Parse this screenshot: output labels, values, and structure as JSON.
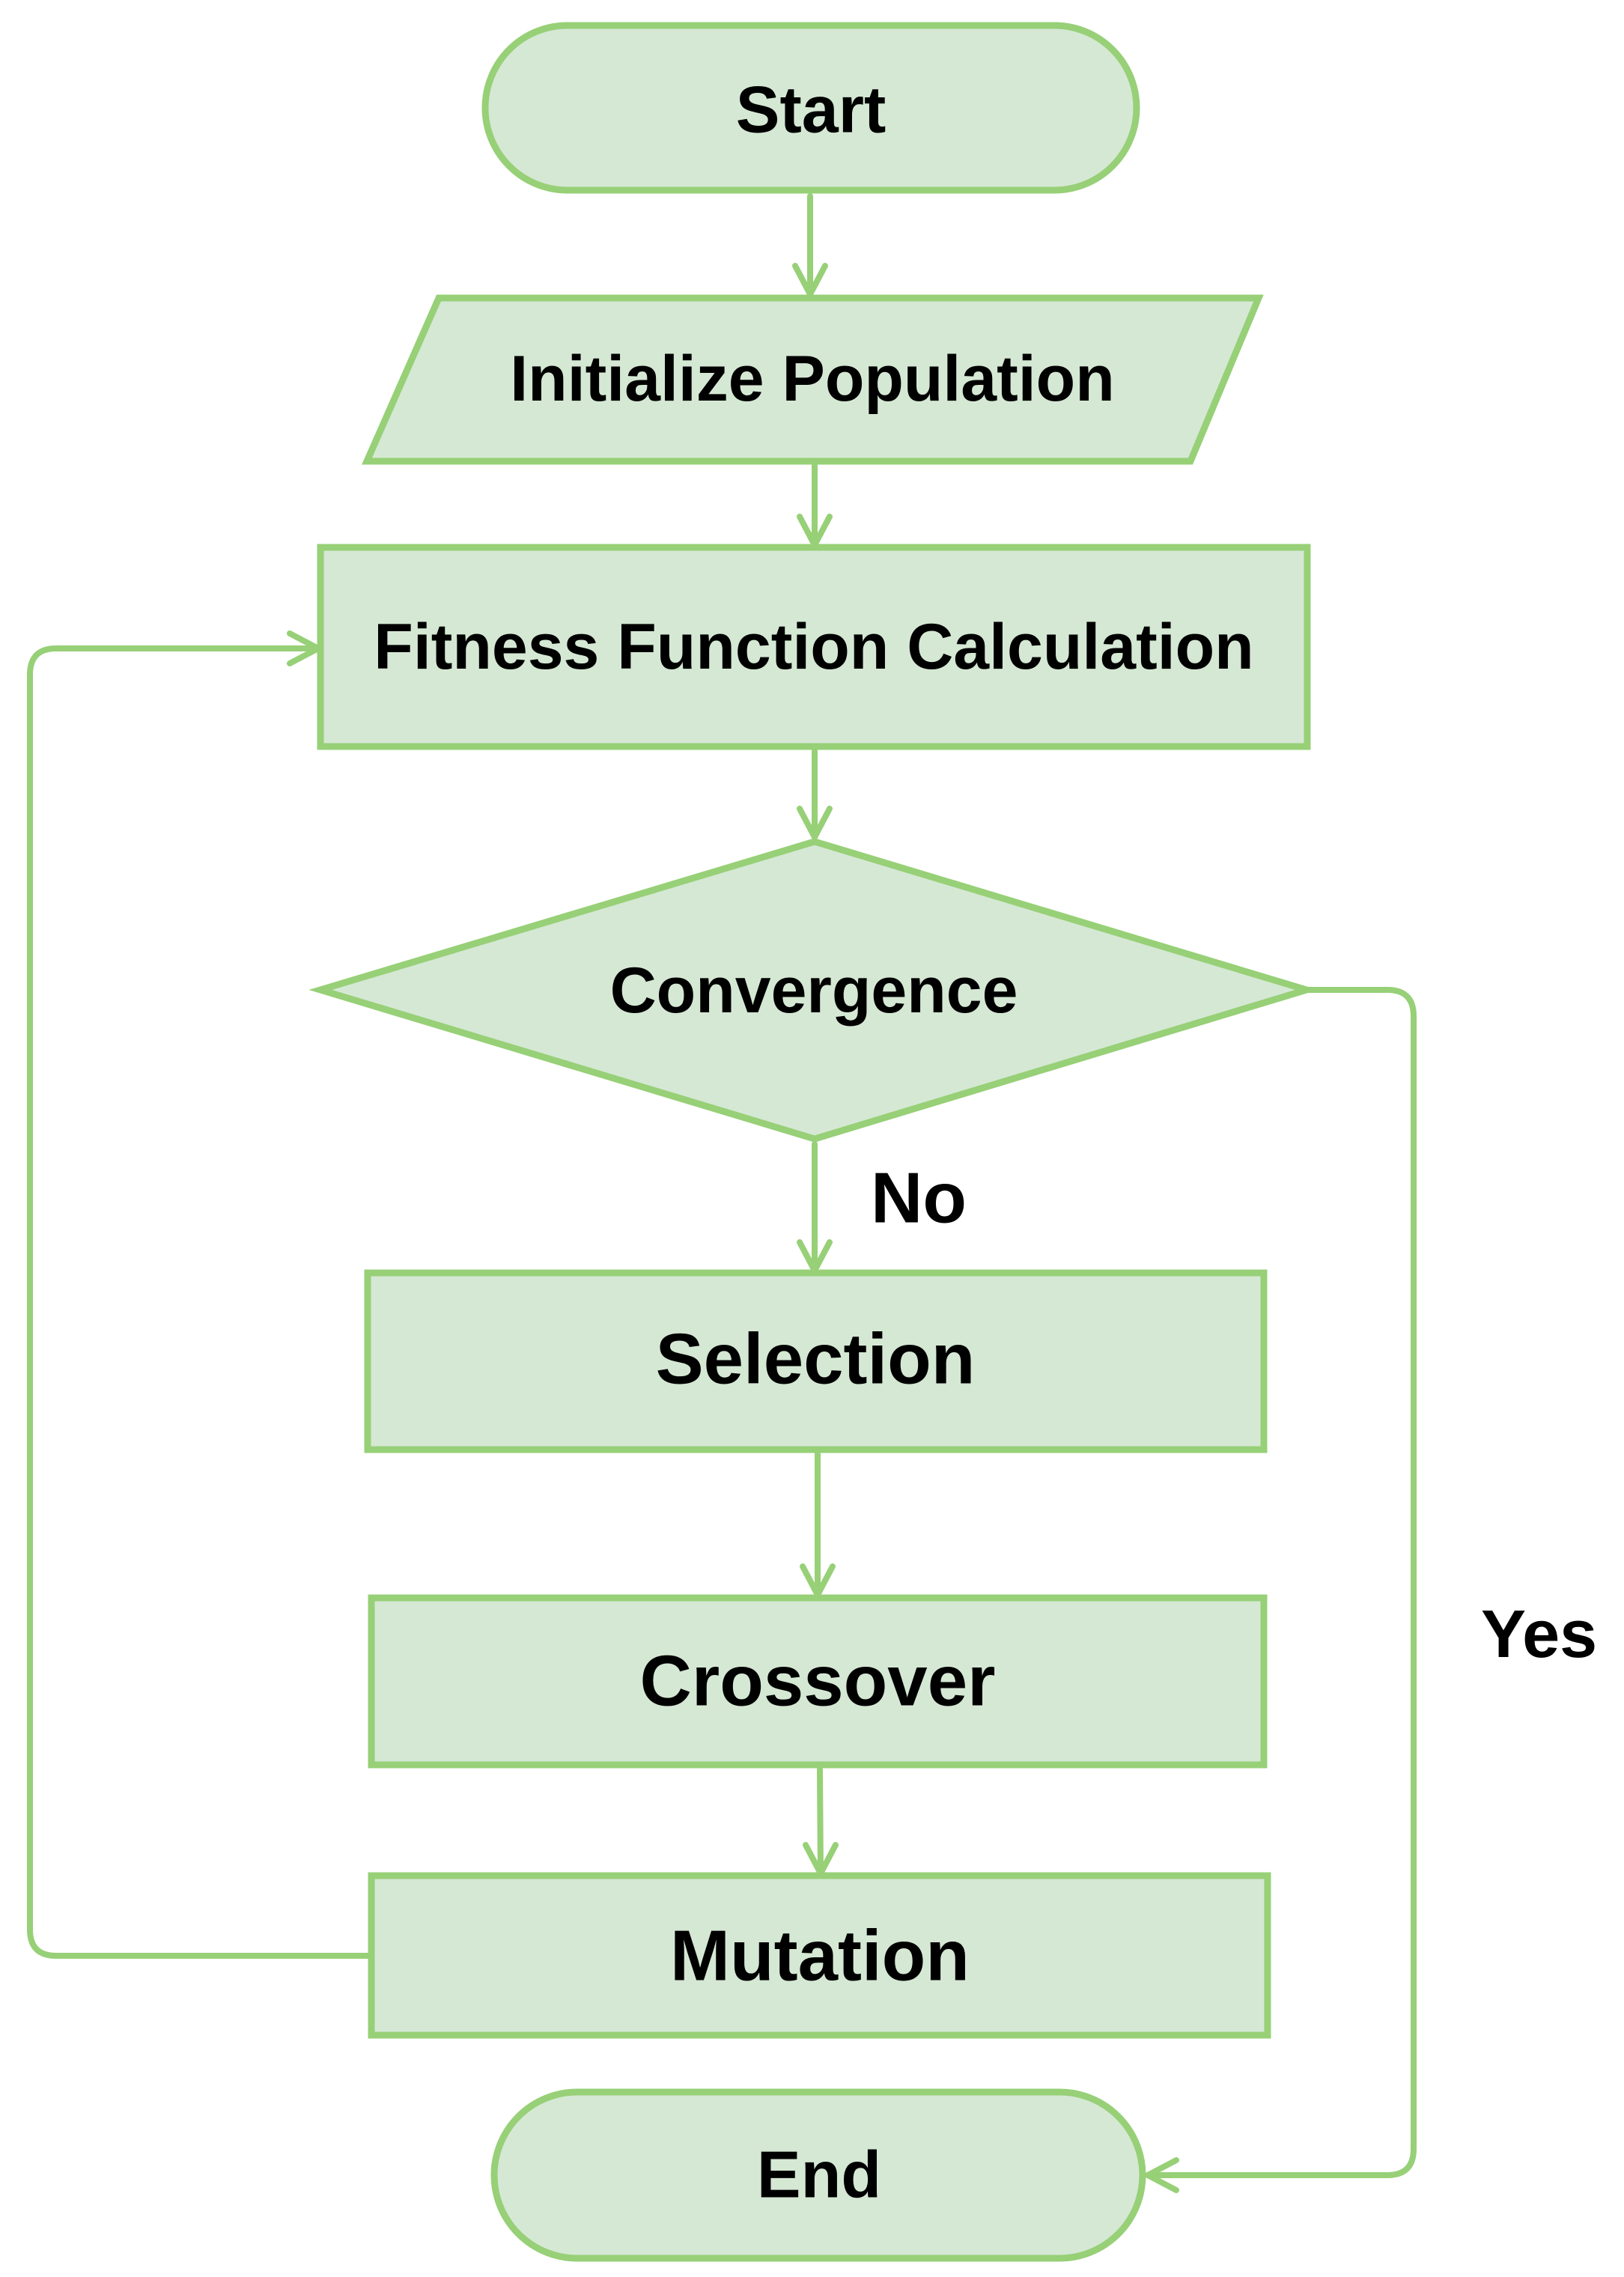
{
  "colors": {
    "node_fill": "#d5e8d4",
    "node_stroke": "#97d077",
    "connector": "#97d077",
    "text": "#000000"
  },
  "nodes": {
    "start": {
      "shape": "terminator",
      "label": "Start"
    },
    "initialize_population": {
      "shape": "parallelogram",
      "label": "Initialize Population"
    },
    "fitness_calculation": {
      "shape": "process",
      "label": "Fitness Function Calculation"
    },
    "convergence": {
      "shape": "decision",
      "label": "Convergence"
    },
    "selection": {
      "shape": "process",
      "label": "Selection"
    },
    "crossover": {
      "shape": "process",
      "label": "Crossover"
    },
    "mutation": {
      "shape": "process",
      "label": "Mutation"
    },
    "end": {
      "shape": "terminator",
      "label": "End"
    }
  },
  "edges": {
    "start_to_init": {
      "from": "Start",
      "to": "Initialize Population",
      "label": ""
    },
    "init_to_fitness": {
      "from": "Initialize Population",
      "to": "Fitness Function Calculation",
      "label": ""
    },
    "fitness_to_convergence": {
      "from": "Fitness Function Calculation",
      "to": "Convergence",
      "label": ""
    },
    "convergence_no": {
      "from": "Convergence",
      "to": "Selection",
      "label": "No"
    },
    "selection_to_crossover": {
      "from": "Selection",
      "to": "Crossover",
      "label": ""
    },
    "crossover_to_mutation": {
      "from": "Crossover",
      "to": "Mutation",
      "label": ""
    },
    "mutation_loop": {
      "from": "Mutation",
      "to": "Fitness Function Calculation",
      "label": ""
    },
    "convergence_yes": {
      "from": "Convergence",
      "to": "End",
      "label": "Yes"
    }
  }
}
